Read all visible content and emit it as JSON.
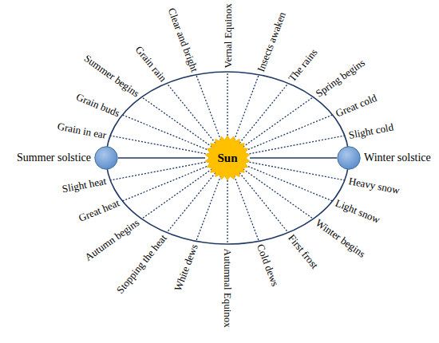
{
  "diagram": {
    "nodes": [
      {
        "text": [
          "Summer solstice"
        ]
      },
      {
        "text": [
          "Sun"
        ]
      },
      {
        "text": [
          "Winter solstice"
        ]
      }
    ],
    "edges": [
      {
        "from": 1,
        "to": 0,
        "arrow": "none"
      },
      {
        "from": 1,
        "to": 2,
        "arrow": "none"
      }
    ],
    "labels": [
      "Slight cold",
      "Great cold",
      "Spring begins",
      "The rains",
      "Insects awaken",
      "Vernal Equinox",
      "Clear and bright",
      "Grain rain",
      "Summer begins",
      "Grain buds",
      "Grain in ear",
      "Slight heat",
      "Great heat",
      "Autumn begins",
      "Stopping the heat",
      "White dews",
      "Autumnal Equinox",
      "Cold dews",
      "First frost",
      "Winter begins",
      "Light snow",
      "Heavy snow"
    ]
  }
}
